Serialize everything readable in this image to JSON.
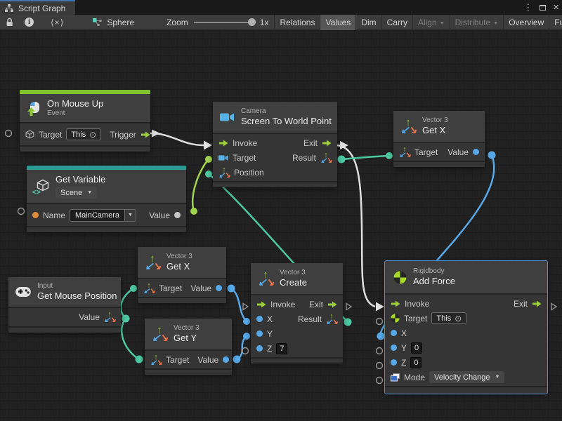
{
  "window": {
    "tab_title": "Script Graph"
  },
  "toolbar": {
    "target_name": "Sphere",
    "zoom_label": "Zoom",
    "zoom_value": "1x",
    "buttons": [
      {
        "label": "Relations",
        "active": false
      },
      {
        "label": "Values",
        "active": true
      },
      {
        "label": "Dim",
        "active": false
      },
      {
        "label": "Carry",
        "active": false
      },
      {
        "label": "Align",
        "active": false,
        "disabled": true,
        "dropdown": true
      },
      {
        "label": "Distribute",
        "active": false,
        "disabled": true,
        "dropdown": true
      },
      {
        "label": "Overview",
        "active": false
      },
      {
        "label": "Full Screen",
        "active": false
      }
    ]
  },
  "nodes": {
    "on_mouse_up": {
      "title": "On Mouse Up",
      "subtitle": "Event",
      "target_label": "Target",
      "target_value": "This",
      "trigger_label": "Trigger"
    },
    "get_variable": {
      "title": "Get Variable",
      "scope_value": "Scene",
      "name_label": "Name",
      "name_value": "MainCamera",
      "value_label": "Value"
    },
    "screen_to_world": {
      "category": "Camera",
      "title": "Screen To World Point",
      "invoke_label": "Invoke",
      "exit_label": "Exit",
      "target_label": "Target",
      "result_label": "Result",
      "position_label": "Position"
    },
    "get_x_top": {
      "category": "Vector 3",
      "title": "Get X",
      "target_label": "Target",
      "value_label": "Value"
    },
    "get_x_mid": {
      "category": "Vector 3",
      "title": "Get X",
      "target_label": "Target",
      "value_label": "Value"
    },
    "get_y": {
      "category": "Vector 3",
      "title": "Get Y",
      "target_label": "Target",
      "value_label": "Value"
    },
    "create_vector": {
      "category": "Vector 3",
      "title": "Create",
      "invoke_label": "Invoke",
      "exit_label": "Exit",
      "x_label": "X",
      "y_label": "Y",
      "z_label": "Z",
      "z_value": "7",
      "result_label": "Result"
    },
    "get_mouse_position": {
      "category": "Input",
      "title": "Get Mouse Position",
      "value_label": "Value"
    },
    "add_force": {
      "category": "Rigidbody",
      "title": "Add Force",
      "invoke_label": "Invoke",
      "exit_label": "Exit",
      "target_label": "Target",
      "target_value": "This",
      "x_label": "X",
      "y_label": "Y",
      "y_value": "0",
      "z_label": "Z",
      "z_value": "0",
      "mode_label": "Mode",
      "mode_value": "Velocity Change"
    }
  },
  "colors": {
    "selection_blue": "#4a90d9",
    "event_bar_green": "#7ec22d",
    "variable_bar_teal": "#2b9a93",
    "flow_arrow_green": "#9ccd3c",
    "wire_white": "#e0e0e0",
    "wire_lime": "#a0d54e",
    "wire_teal": "#4cc8a0",
    "wire_blue": "#57a8e8",
    "port_orange": "#e08a3c",
    "canvas_background": "#212121"
  }
}
